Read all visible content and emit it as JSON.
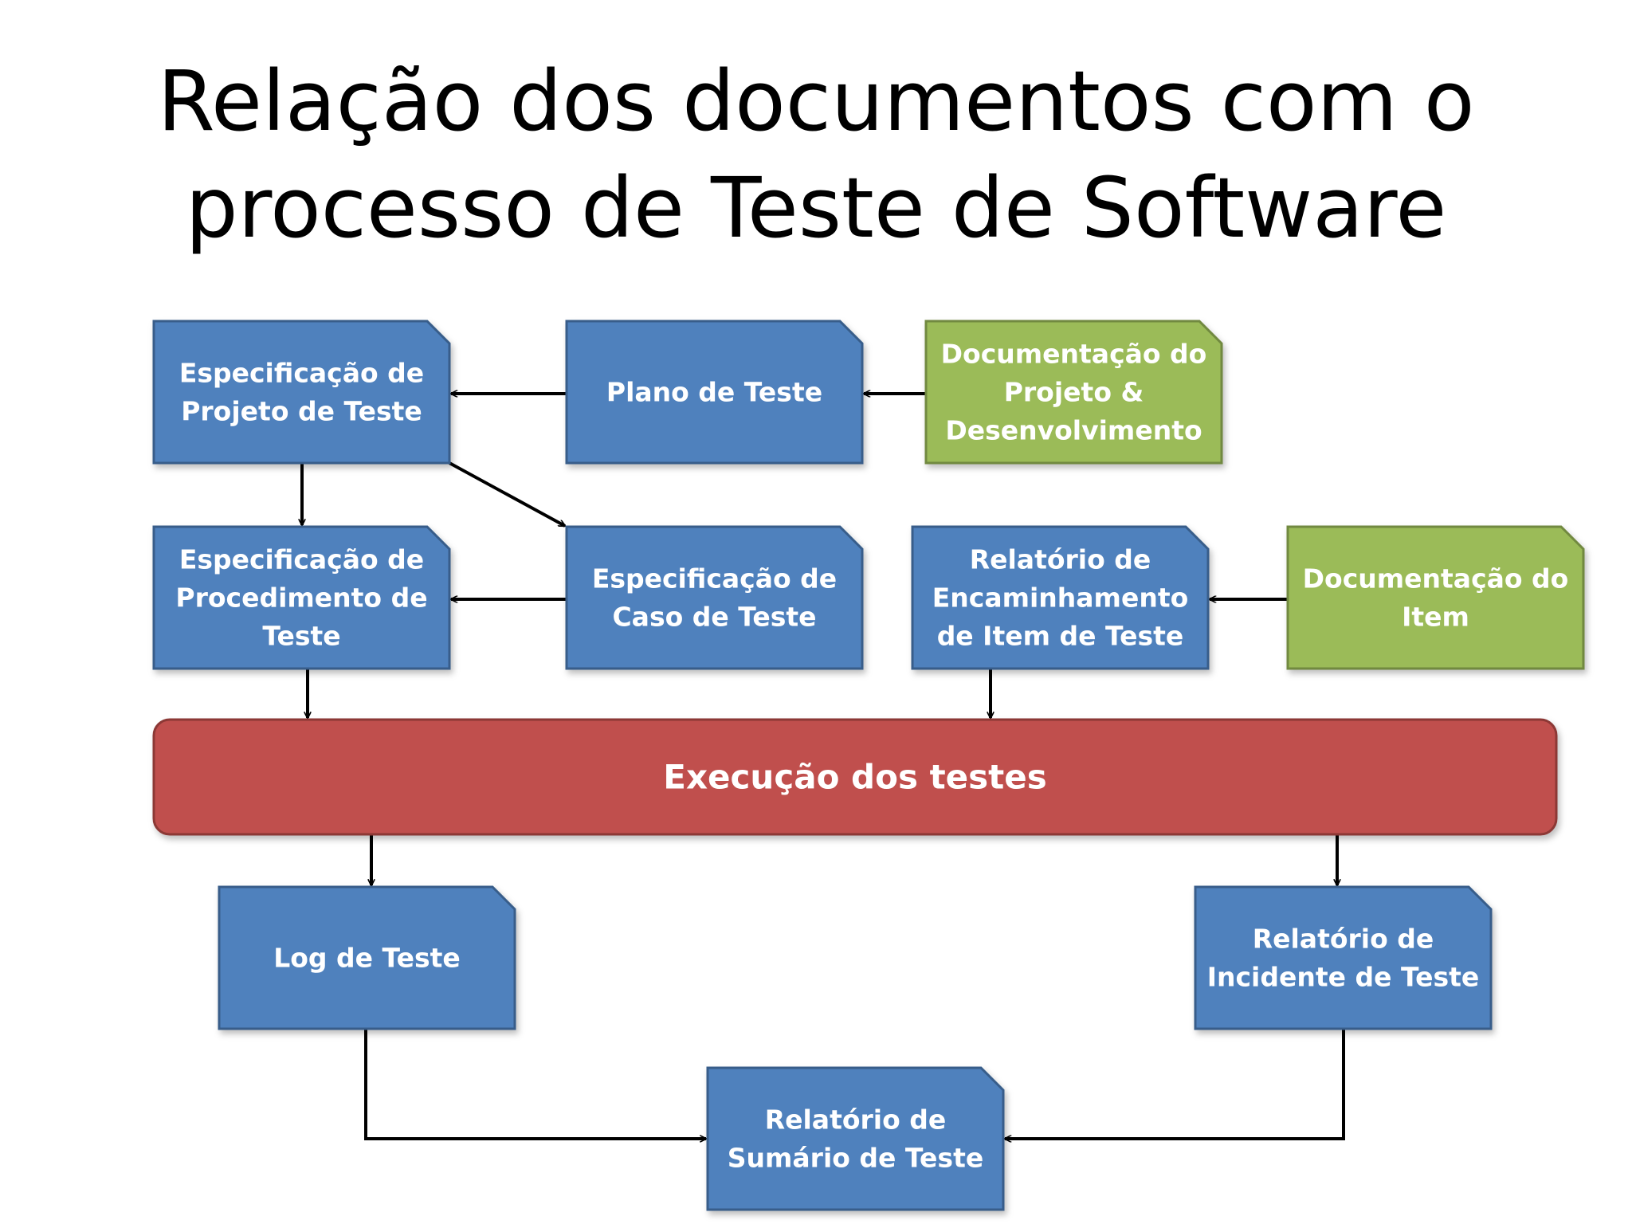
{
  "title": {
    "line1": "Relação dos documentos com o",
    "line2": "processo de Teste de Software"
  },
  "colors": {
    "blue_fill": "#4F81BD",
    "blue_stroke": "#385D8A",
    "green_fill": "#9BBB59",
    "green_stroke": "#71893F",
    "red_fill": "#C0504D",
    "red_stroke": "#8C3836",
    "arrow": "#000000"
  },
  "nodes": [
    {
      "id": "especificacao-projeto",
      "kind": "doc-blue",
      "lines": [
        "Especificação de",
        "Projeto de Teste"
      ]
    },
    {
      "id": "plano-teste",
      "kind": "doc-blue",
      "lines": [
        "Plano de Teste"
      ]
    },
    {
      "id": "documentacao-projeto",
      "kind": "doc-green",
      "lines": [
        "Documentação do",
        "Projeto &",
        "Desenvolvimento"
      ]
    },
    {
      "id": "especificacao-procedimento",
      "kind": "doc-blue",
      "lines": [
        "Especificação de",
        "Procedimento de",
        "Teste"
      ]
    },
    {
      "id": "especificacao-caso",
      "kind": "doc-blue",
      "lines": [
        "Especificação de",
        "Caso de Teste"
      ]
    },
    {
      "id": "relatorio-encaminhamento",
      "kind": "doc-blue",
      "lines": [
        "Relatório de",
        "Encaminhamento",
        "de Item de Teste"
      ]
    },
    {
      "id": "documentacao-item",
      "kind": "doc-green",
      "lines": [
        "Documentação do",
        "Item"
      ]
    },
    {
      "id": "execucao-testes",
      "kind": "process-red",
      "lines": [
        "Execução dos testes"
      ]
    },
    {
      "id": "log-teste",
      "kind": "doc-blue",
      "lines": [
        "Log de Teste"
      ]
    },
    {
      "id": "relatorio-incidente",
      "kind": "doc-blue",
      "lines": [
        "Relatório de",
        "Incidente de Teste"
      ]
    },
    {
      "id": "relatorio-sumario",
      "kind": "doc-blue",
      "lines": [
        "Relatório de",
        "Sumário de Teste"
      ]
    }
  ],
  "edges": [
    {
      "from": "plano-teste",
      "to": "especificacao-projeto"
    },
    {
      "from": "documentacao-projeto",
      "to": "plano-teste"
    },
    {
      "from": "especificacao-projeto",
      "to": "especificacao-procedimento"
    },
    {
      "from": "especificacao-projeto",
      "to": "especificacao-caso"
    },
    {
      "from": "especificacao-caso",
      "to": "especificacao-procedimento"
    },
    {
      "from": "documentacao-item",
      "to": "relatorio-encaminhamento"
    },
    {
      "from": "especificacao-procedimento",
      "to": "execucao-testes"
    },
    {
      "from": "relatorio-encaminhamento",
      "to": "execucao-testes"
    },
    {
      "from": "execucao-testes",
      "to": "log-teste"
    },
    {
      "from": "execucao-testes",
      "to": "relatorio-incidente"
    },
    {
      "from": "log-teste",
      "to": "relatorio-sumario"
    },
    {
      "from": "relatorio-incidente",
      "to": "relatorio-sumario"
    }
  ]
}
